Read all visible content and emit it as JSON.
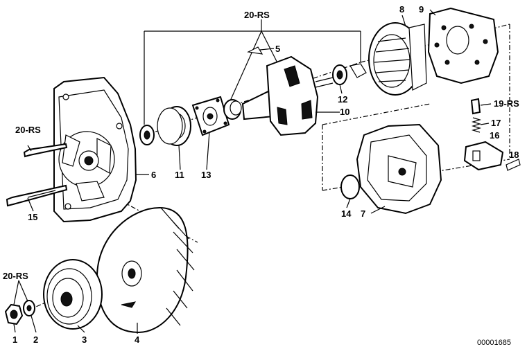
{
  "labels": {
    "p1": "1",
    "p2": "2",
    "p3": "3",
    "p4": "4",
    "p5": "5",
    "p6": "6",
    "p7": "7",
    "p8": "8",
    "p9": "9",
    "p10": "10",
    "p11": "11",
    "p12": "12",
    "p13": "13",
    "p14": "14",
    "p15": "15",
    "p16": "16",
    "p17": "17",
    "p18": "18",
    "rs_top": "20-RS",
    "rs_left": "20-RS",
    "rs_bottom": "20-RS",
    "rs_right": "19-RS"
  },
  "reference": "00001685"
}
